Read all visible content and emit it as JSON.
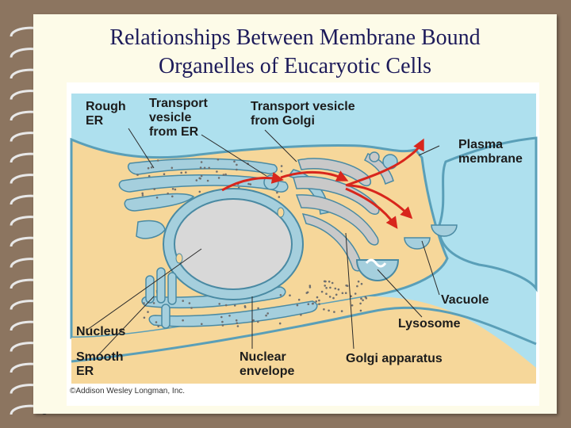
{
  "slide": {
    "title_line1": "Relationships Between Membrane Bound",
    "title_line2": "Organelles of Eucaryotic Cells",
    "copyright": "©Addison Wesley Longman, Inc."
  },
  "labels": {
    "rough_er": "Rough\nER",
    "transport_vesicle_er": "Transport\nvesicle\nfrom ER",
    "transport_vesicle_golgi": "Transport vesicle\nfrom Golgi",
    "plasma_membrane": "Plasma\nmembrane",
    "vacuole": "Vacuole",
    "lysosome": "Lysosome",
    "nucleus": "Nucleus",
    "smooth_er": "Smooth\nER",
    "nuclear_envelope": "Nuclear\nenvelope",
    "golgi_apparatus": "Golgi apparatus"
  },
  "colors": {
    "frame": "#8c7560",
    "slide": "#fdfbe8",
    "title": "#1d1b5a",
    "extracellular": "#aee0ee",
    "cytoplasm": "#f6d79a",
    "organelle": "#a5cfdd",
    "lumen": "#c9c9c9",
    "arrow": "#d8261c"
  }
}
